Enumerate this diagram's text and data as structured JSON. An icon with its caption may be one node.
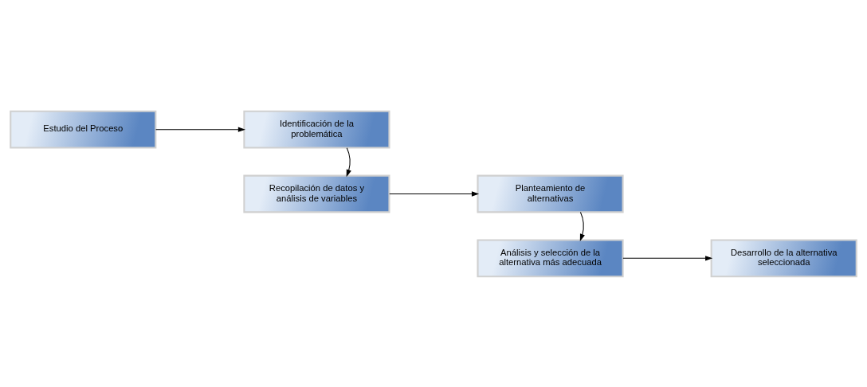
{
  "diagram": {
    "nodes": [
      {
        "text": [
          "Estudio del Proceso"
        ]
      },
      {
        "text": [
          "Identificación de la problemática"
        ]
      },
      {
        "text": [
          "Recopilación de datos y análisis de variables"
        ]
      },
      {
        "text": [
          "Planteamiento de alternativas"
        ]
      },
      {
        "text": [
          "Análisis y selección de la alternativa más adecuada"
        ]
      },
      {
        "text": [
          "Desarrollo de la alternativa seleccionada"
        ]
      }
    ],
    "edges": [
      {
        "from": 0,
        "to": 1,
        "arrow": "to"
      },
      {
        "from": 1,
        "to": 2,
        "arrow": "to"
      },
      {
        "from": 2,
        "to": 3,
        "arrow": "to"
      },
      {
        "from": 3,
        "to": 4,
        "arrow": "to"
      },
      {
        "from": 4,
        "to": 5,
        "arrow": "to"
      }
    ]
  }
}
